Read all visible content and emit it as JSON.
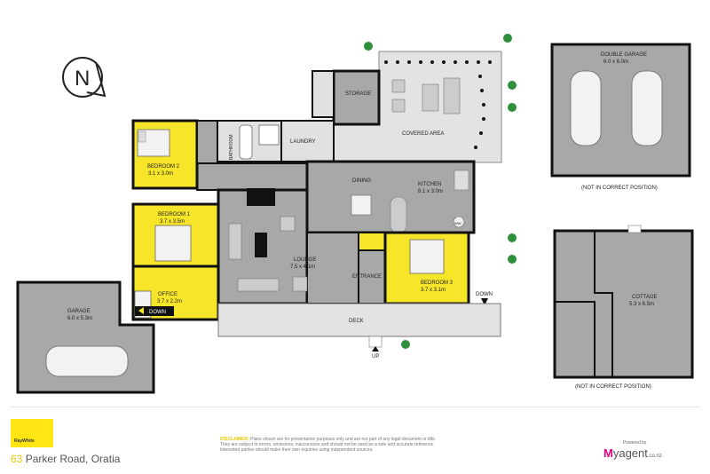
{
  "rooms": {
    "bedroom2": {
      "name": "BEDROOM 2",
      "size": "3.1 x 3.0m"
    },
    "bedroom1": {
      "name": "BEDROOM 1",
      "size": "3.7 x 3.5m"
    },
    "office": {
      "name": "OFFICE",
      "size": "3.7 x 2.2m"
    },
    "garage": {
      "name": "GARAGE",
      "size": "6.0 x 5.3m"
    },
    "lounge": {
      "name": "LOUNGE",
      "size": "7.5 x 4.1m"
    },
    "dining": {
      "name": "DINING"
    },
    "kitchen": {
      "name": "KITCHEN",
      "size": "8.1 x 3.0m"
    },
    "bathroom": {
      "name": "BATHROOM"
    },
    "laundry": {
      "name": "LAUNDRY"
    },
    "storage": {
      "name": "STORAGE"
    },
    "covered": {
      "name": "COVERED AREA"
    },
    "entrance": {
      "name": "ENTRANCE"
    },
    "bedroom3": {
      "name": "BEDROOM 3",
      "size": "3.7 x 3.1m"
    },
    "deck": {
      "name": "DECK"
    },
    "double_garage": {
      "name": "DOUBLE GARAGE",
      "size": "6.0 x 6.0m"
    },
    "cottage": {
      "name": "COTTAGE",
      "size": "5.3 x 6.5m"
    }
  },
  "labels": {
    "down_office": "DOWN",
    "down_bedroom3": "DOWN",
    "up": "UP",
    "ww": "WW",
    "not_correct_1": "(NOT IN CORRECT POSITION)",
    "not_correct_2": "(NOT IN CORRECT POSITION)",
    "north": "N"
  },
  "footer": {
    "logo": "RayWhite",
    "address_number": "63",
    "address_rest": " Parker Road, Oratia",
    "disclaimer_head": "DISCLAIMER:",
    "disclaimer_1": " Plans shown are for presentation purposes only and are not part of any legal document or title.",
    "disclaimer_2": "They are subject to errors, omissions, inaccuracies and should not be used as a sole and accurate reference.",
    "disclaimer_3": "Interested parties should make their own inquiries using independent sources.",
    "powered_by": "Powered by",
    "brand_m": "M",
    "brand_rest": "yagent",
    "brand_tld": ".co.nz"
  },
  "colors": {
    "bedroom": "#f7e52a",
    "floor": "#a8a8a8",
    "light_floor": "#e1e1e1",
    "wall": "#111111",
    "tree": "#2f8f3a"
  }
}
